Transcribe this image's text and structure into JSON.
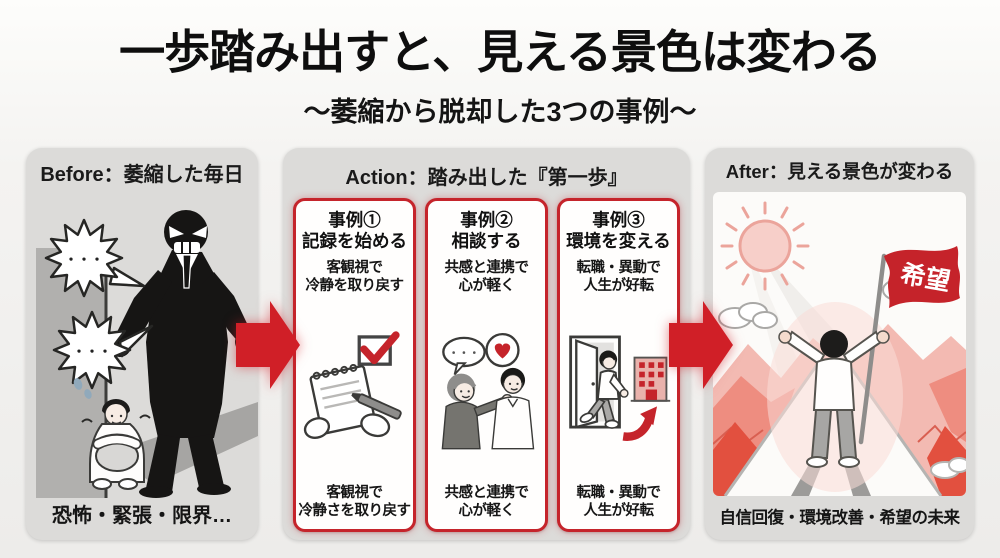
{
  "header": {
    "title": "一歩踏み出すと、見える景色は変わる",
    "subtitle": "〜萎縮から脱却した3つの事例〜"
  },
  "icons": {
    "bubble_dots": "・・・"
  },
  "before_panel": {
    "header": "Before：萎縮した毎日",
    "caption": "恐怖・緊張・限界…"
  },
  "action_panel": {
    "header": "Action：踏み出した『第一歩』",
    "cases": [
      {
        "label": "事例①",
        "title": "記録を始める",
        "subtitle_line1": "客観視で",
        "subtitle_line2": "冷静を取り戻す",
        "caption_line1": "客観視で",
        "caption_line2": "冷静さを取り戻す"
      },
      {
        "label": "事例②",
        "title": "相談する",
        "subtitle_line1": "共感と連携で",
        "subtitle_line2": "心が軽く",
        "caption_line1": "共感と連携で",
        "caption_line2": "心が軽く"
      },
      {
        "label": "事例③",
        "title": "環境を変える",
        "subtitle_line1": "転職・異動で",
        "subtitle_line2": "人生が好転",
        "caption_line1": "転職・異動で",
        "caption_line2": "人生が好転"
      }
    ]
  },
  "after_panel": {
    "header": "After：見える景色が変わる",
    "flag_label": "希望",
    "caption": "自信回復・環境改善・希望の未来"
  },
  "colors": {
    "accent_red": "#d01f27",
    "card_border_red": "#c5242b",
    "panel_gray": "#dcdbd9",
    "sun_pink": "#f7cfc9",
    "mountain_salmon": "#ee8d80"
  }
}
